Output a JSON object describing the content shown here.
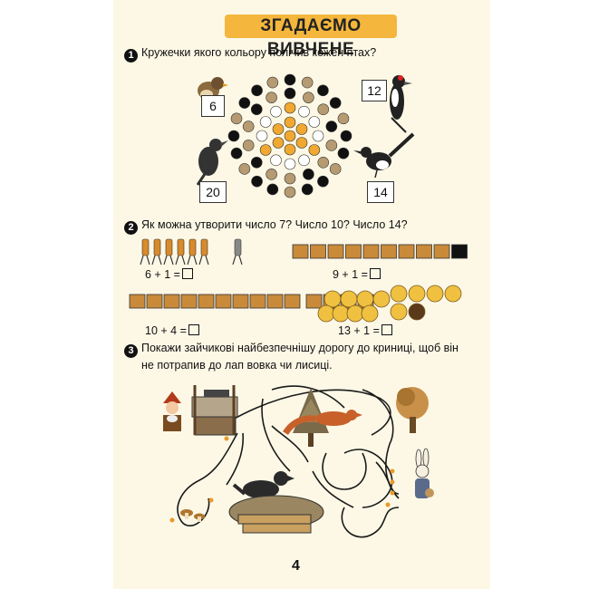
{
  "page": {
    "title": "ЗГАДАЄМО ВИВЧЕНЕ",
    "page_number": "4"
  },
  "task1": {
    "number": "1",
    "text": "Кружечки якого кольору полічив кожен птах?",
    "birds": [
      {
        "name": "sparrow",
        "count": "6"
      },
      {
        "name": "woodpecker",
        "count": "12"
      },
      {
        "name": "crow",
        "count": "20"
      },
      {
        "name": "magpie",
        "count": "14"
      }
    ]
  },
  "task2": {
    "number": "2",
    "text": "Як можна утворити число 7? Число 10? Число 14?",
    "equations": [
      "6 + 1 =",
      "9 + 1 =",
      "10 + 4 =",
      "13 + 1 ="
    ]
  },
  "task3": {
    "number": "3",
    "line1": "Покажи зайчикові найбезпечнішу дорогу до криниці, щоб він",
    "line2": "не потрапив до лап вовка чи лисиці."
  },
  "colors": {
    "title_bar": "#f4b63c",
    "page_bg": "#fdf8e6",
    "orange_dot": "#f0a830",
    "tan_dot": "#b59a72",
    "black_dot": "#111111",
    "brick": "#c98a3a"
  }
}
